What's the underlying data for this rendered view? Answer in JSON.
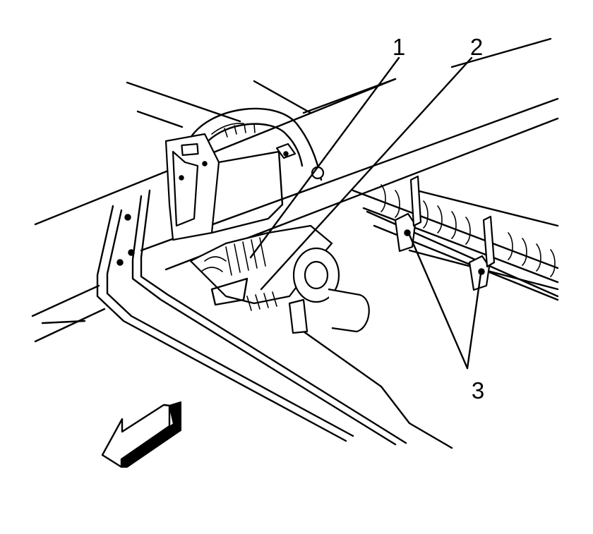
{
  "callouts": {
    "label_1": "1",
    "label_2": "2",
    "label_3": "3"
  },
  "icons": {
    "direction_arrow": "front-direction-arrow-icon"
  },
  "colors": {
    "line": "#000000",
    "background": "#ffffff"
  }
}
